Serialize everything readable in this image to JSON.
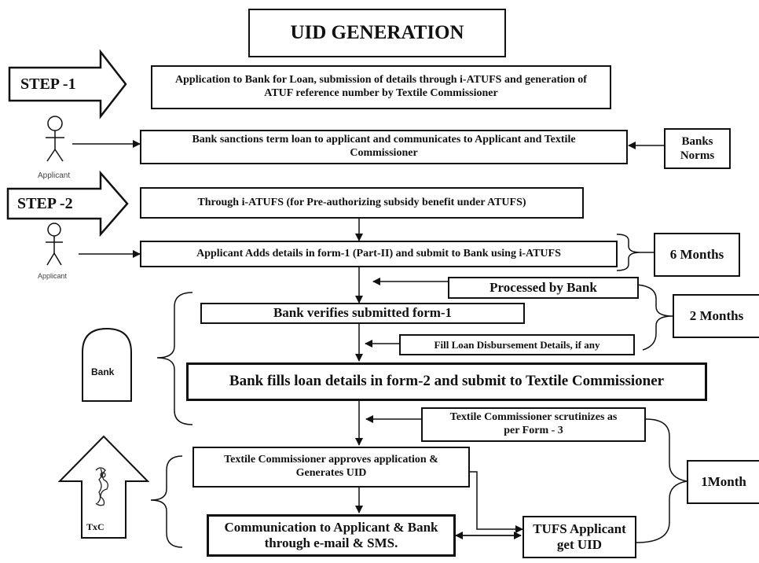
{
  "diagram": {
    "title": "UID GENERATION",
    "steps": {
      "step1": "STEP -1",
      "step2": "STEP -2"
    },
    "actors": {
      "applicant1": "Applicant",
      "applicant2": "Applicant",
      "bank": "Bank",
      "txc": "TxC"
    },
    "boxes": {
      "application": "Application to Bank for Loan, submission of details through i-ATUFS and generation of ATUF reference number by Textile Commissioner",
      "bank_sanctions": "Bank sanctions term loan to applicant and communicates to Applicant and Textile Commissioner",
      "banks_norms": "Banks Norms",
      "through_iatufs": "Through i-ATUFS (for Pre-authorizing subsidy benefit under ATUFS)",
      "applicant_adds": "Applicant Adds details in form-1 (Part-II) and submit to Bank using i-ATUFS",
      "six_months": "6 Months",
      "processed_by_bank": "Processed by Bank",
      "bank_verifies": "Bank verifies submitted form-1",
      "two_months": "2 Months",
      "fill_loan": "Fill Loan Disbursement Details, if any",
      "bank_fills": "Bank fills loan details in form-2 and submit to Textile Commissioner",
      "tc_scrutinizes": "Textile Commissioner scrutinizes as per Form - 3",
      "tc_approves": "Textile Commissioner approves application & Generates UID",
      "one_month": "1Month",
      "communication": "Communication to Applicant & Bank through e-mail & SMS.",
      "tufs_applicant": "TUFS Applicant get UID"
    }
  }
}
